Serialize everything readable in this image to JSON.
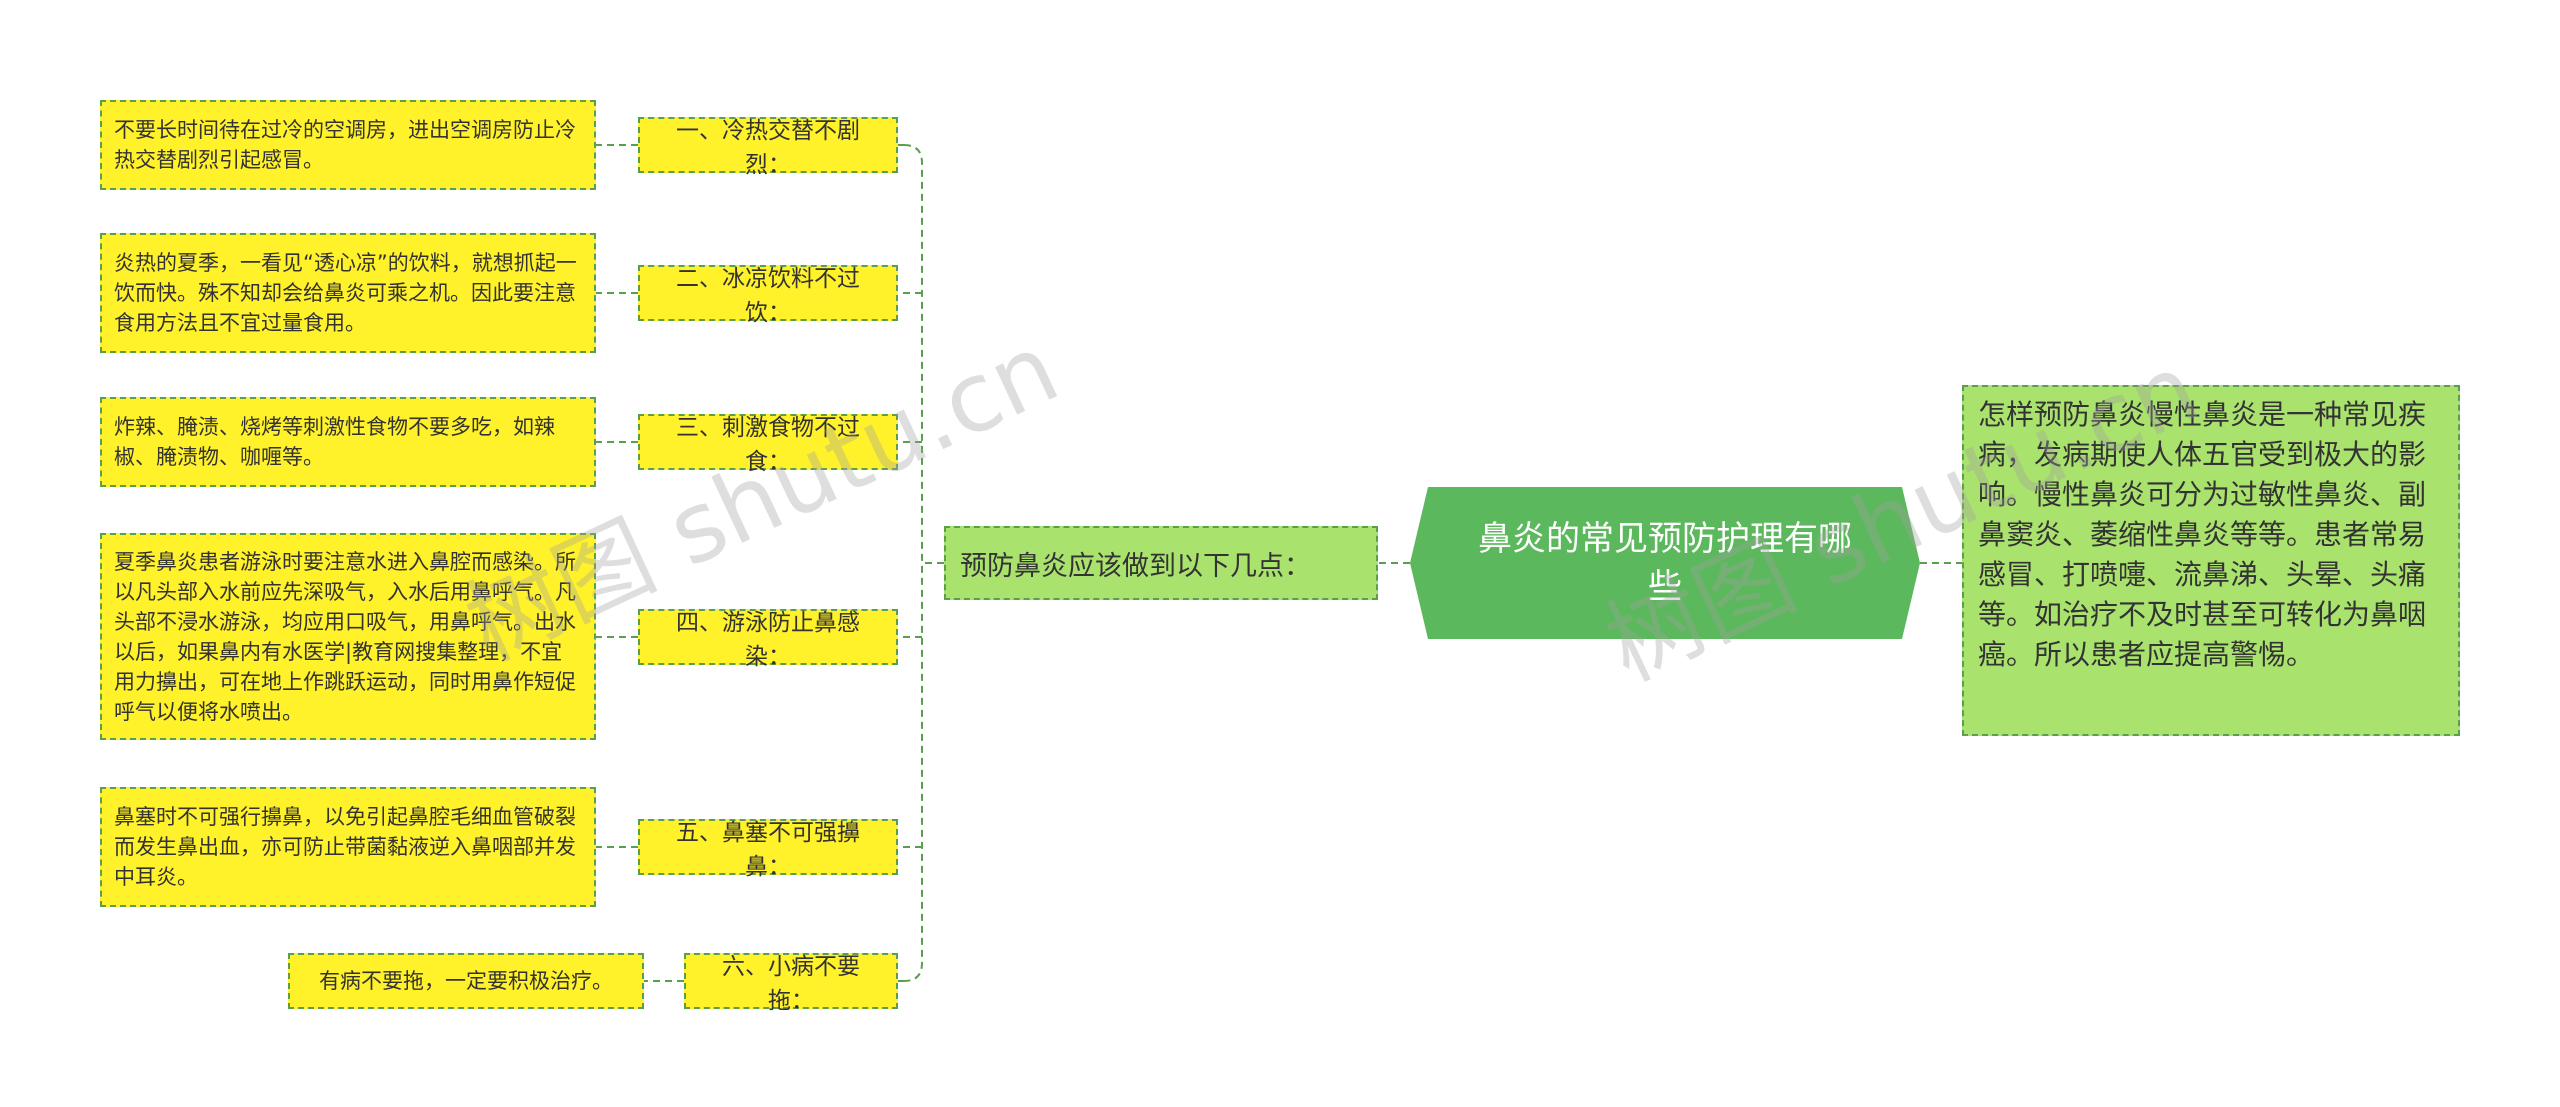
{
  "root": {
    "title": "鼻炎的常见预防护理有哪些"
  },
  "branch": {
    "label": "预防鼻炎应该做到以下几点："
  },
  "description": {
    "text": "怎样预防鼻炎慢性鼻炎是一种常见疾病，发病期使人体五官受到极大的影响。慢性鼻炎可分为过敏性鼻炎、副鼻窦炎、萎缩性鼻炎等等。患者常易感冒、打喷嚏、流鼻涕、头晕、头痛等。如治疗不及时甚至可转化为鼻咽癌。所以患者应提高警惕。"
  },
  "tips": [
    {
      "title": "一、冷热交替不剧烈：",
      "detail": "不要长时间待在过冷的空调房，进出空调房防止冷热交替剧烈引起感冒。"
    },
    {
      "title": "二、冰凉饮料不过饮：",
      "detail": "炎热的夏季，一看见“透心凉”的饮料，就想抓起一饮而快。殊不知却会给鼻炎可乘之机。因此要注意食用方法且不宜过量食用。"
    },
    {
      "title": "三、刺激食物不过食：",
      "detail": "炸辣、腌渍、烧烤等刺激性食物不要多吃，如辣椒、腌渍物、咖喱等。"
    },
    {
      "title": "四、游泳防止鼻感染：",
      "detail": "夏季鼻炎患者游泳时要注意水进入鼻腔而感染。所以凡头部入水前应先深吸气，入水后用鼻呼气。凡头部不浸水游泳，均应用口吸气，用鼻呼气。出水以后，如果鼻内有水医学|教育网搜集整理，不宜用力擤出，可在地上作跳跃运动，同时用鼻作短促呼气以便将水喷出。"
    },
    {
      "title": "五、鼻塞不可强擤鼻：",
      "detail": "鼻塞时不可强行擤鼻，以免引起鼻腔毛细血管破裂而发生鼻出血，亦可防止带菌黏液逆入鼻咽部并发中耳炎。"
    },
    {
      "title": "六、小病不要拖：",
      "detail": "有病不要拖，一定要积极治疗。"
    }
  ],
  "watermarks": [
    "树图 shutu.cn",
    "树图 shutu.cn"
  ],
  "colors": {
    "root_fill": "#5cb85c",
    "leaf_fill": "#fff12a",
    "branch_fill": "#a9e26c",
    "connector": "#5a9e4f"
  }
}
